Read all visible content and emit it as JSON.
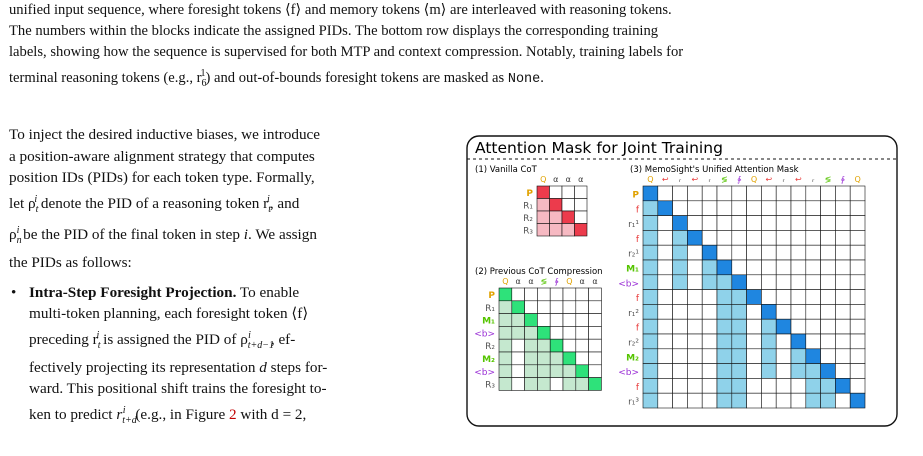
{
  "caption": {
    "line1": "unified input sequence, where foresight tokens ⟨f⟩ and memory tokens ⟨m⟩ are interleaved with reasoning tokens.",
    "line2": "The numbers within the blocks indicate the assigned PIDs. The bottom row displays the corresponding training",
    "line3": "labels, showing how the sequence is supervised for both MTP and context compression. Notably, training labels for",
    "line4_a": "terminal reasoning tokens (e.g., r",
    "line4_b": ") and out-of-bounds foresight tokens are masked as ",
    "none": "None",
    "line4_end": "."
  },
  "body": {
    "para": [
      "To inject the desired inductive biases, we introduce",
      "a position-aware alignment strategy that computes",
      "position IDs (PIDs) for each token type. Formally,",
      "let ρ",
      " denote the PID of a reasoning token r",
      ", and",
      "ρ",
      " be the PID of the final token in step ",
      ". We assign",
      "the PIDs as follows:"
    ],
    "bullet": {
      "dot": "•",
      "head": "Intra-Step Foresight Projection.",
      "l1": " To enable",
      "l2": "multi-token planning, each foresight token ⟨f⟩",
      "l3a": "preceding r",
      "l3b": " is assigned the PID of ρ",
      "l3c": ", ef-",
      "l4a": "fectively projecting its representation ",
      "l4b": " steps for-",
      "l5": "ward. This positional shift trains the foresight to-",
      "l6a": "ken to predict ",
      "l6b": " (e.g., in Figure ",
      "figref": "2",
      "l6c": " with d = 2,"
    }
  },
  "figure": {
    "title": "Attention Mask for Joint Training",
    "panel1": {
      "title": "(1) Vanilla CoT",
      "rows": [
        "P",
        "R₁",
        "R₂",
        "R₃"
      ],
      "cols": [
        "Q",
        "α",
        "α",
        "α"
      ]
    },
    "panel2": {
      "title": "(2) Previous CoT Compression",
      "rows": [
        "P",
        "R₁",
        "M₁",
        "<b>",
        "R₂",
        "M₂",
        "<b>",
        "R₃"
      ]
    },
    "panel3": {
      "title": "(3) MemoSight's Unified Attention Mask",
      "rows": [
        "P",
        "f",
        "r₁¹",
        "f",
        "r₂¹",
        "M₁",
        "<b>",
        "f",
        "r₁²",
        "f",
        "r₂²",
        "M₂",
        "<b>",
        "f",
        "r₁³"
      ]
    },
    "colors": {
      "vanilla_diag": "#ec3b4c",
      "vanilla_fill": "#f6b9c2",
      "prev_diag": "#2ee27a",
      "prev_fill": "#c5e8cf",
      "memo_diag": "#1f86e0",
      "memo_fill": "#8fd2ea",
      "label_p": "#e0a200",
      "label_m": "#55c400",
      "label_b": "#9a2fd6",
      "label_f": "#e83b3b"
    }
  }
}
